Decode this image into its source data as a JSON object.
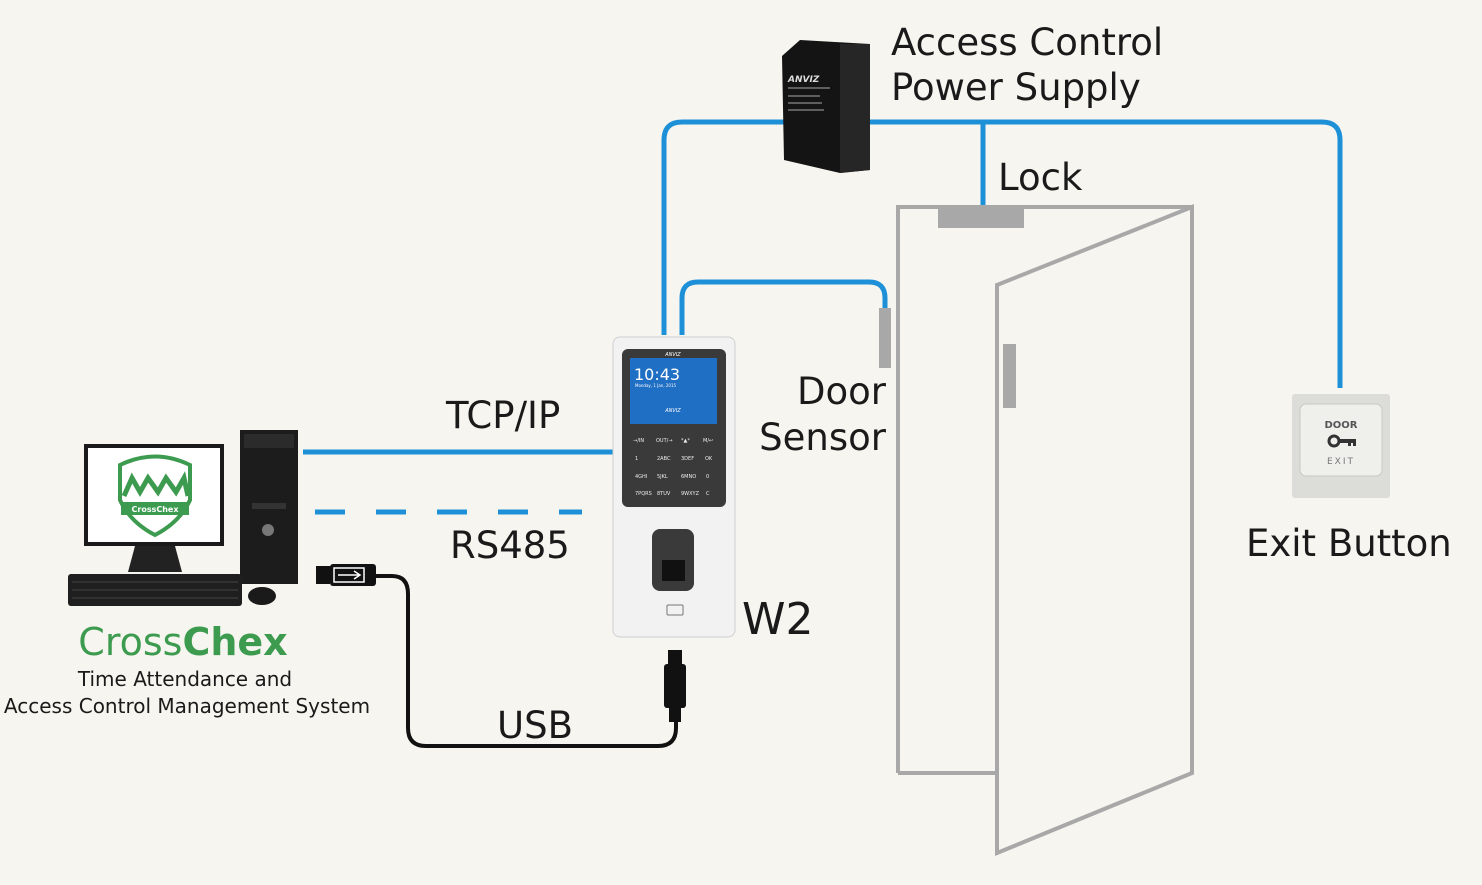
{
  "labels": {
    "power_supply_line1": "Access Control",
    "power_supply_line2": "Power Supply",
    "lock": "Lock",
    "door_sensor_line1": "Door",
    "door_sensor_line2": "Sensor",
    "tcpip": "TCP/IP",
    "rs485": "RS485",
    "usb": "USB",
    "device": "W2",
    "exit_button": "Exit Button"
  },
  "software": {
    "brand_part1": "Cross",
    "brand_part2": "Chex",
    "subtitle_line1": "Time Attendance and",
    "subtitle_line2": "Access Control Management System",
    "logo_text": "CrossChex"
  },
  "device_screen": {
    "time": "10:43",
    "date": "Monday, 1 Jan, 2015",
    "brand": "ANVIZ",
    "keys": [
      "→/IN",
      "OUT/→",
      "*▲*",
      "M/↩",
      "1",
      "2ABC",
      "3DEF",
      "OK",
      "4GHI",
      "5JKL",
      "6MNO",
      "0",
      "7PQRS",
      "8TUV",
      "9WXYZ",
      "C"
    ]
  },
  "power_supply_brand": "ANVIZ",
  "exit_button_face": {
    "top": "DOOR",
    "bottom": "EXIT"
  },
  "colors": {
    "wire": "#1e90d8",
    "brand_green": "#3d9b50",
    "door": "#a8a8a8",
    "background": "#f6f5ef"
  }
}
